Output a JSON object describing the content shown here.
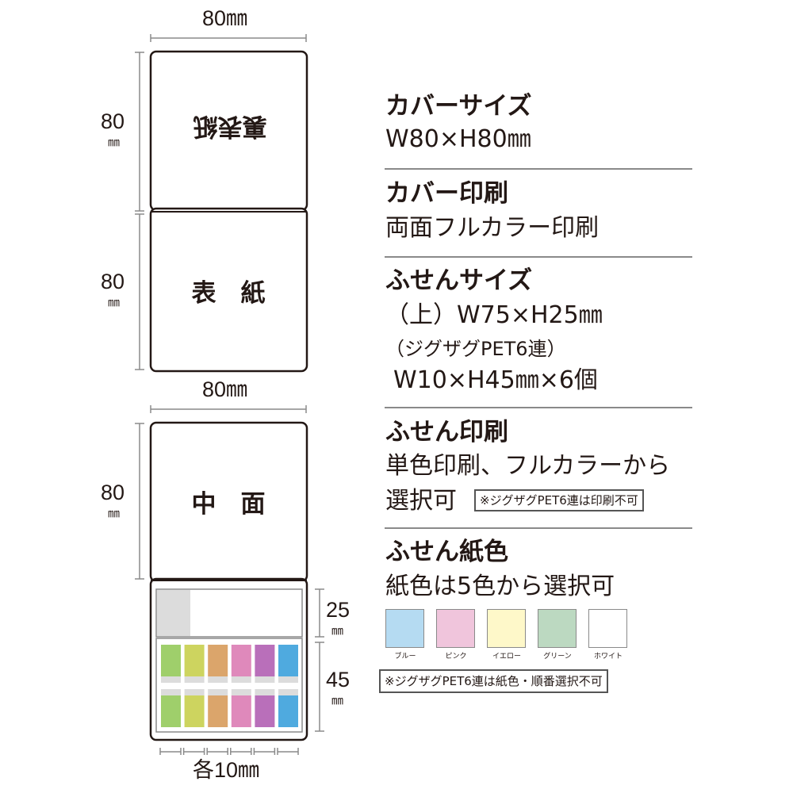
{
  "diagram": {
    "cover_back_label": "裏表紙",
    "cover_front_label": "表　紙",
    "inside_label": "中　面",
    "dims": {
      "width_top": "80㎜",
      "width_mid": "80㎜",
      "height_80a": "80",
      "height_80b": "80",
      "height_80c": "80",
      "unit_mm": "㎜",
      "sticky_top_h": "25",
      "sticky_zig_h": "45",
      "each_width": "各10㎜"
    },
    "tab_colors": [
      "#9fcf6b",
      "#cdd45f",
      "#dba56b",
      "#df89bb",
      "#b96fba",
      "#4faadf"
    ]
  },
  "specs": {
    "cover_size_title": "カバーサイズ",
    "cover_size_value": "W80×H80㎜",
    "cover_print_title": "カバー印刷",
    "cover_print_value": "両面フルカラー印刷",
    "sticky_size_title": "ふせんサイズ",
    "sticky_size_line1": "（上）W75×H25㎜",
    "sticky_size_line2": "（ジグザグPET6連）",
    "sticky_size_line3": "W10×H45㎜×6個",
    "sticky_print_title": "ふせん印刷",
    "sticky_print_line1": "単色印刷、フルカラーから",
    "sticky_print_line2": "選択可",
    "sticky_print_note": "※ジグザグPET6連は印刷不可",
    "paper_color_title": "ふせん紙色",
    "paper_color_line1": "紙色は5色から選択可",
    "paper_color_note": "※ジグザグPET6連は紙色・順番選択不可",
    "swatches": [
      {
        "label": "ブルー",
        "color": "#b5dbf2"
      },
      {
        "label": "ピンク",
        "color": "#f0c5dc"
      },
      {
        "label": "イエロー",
        "color": "#fef8c9"
      },
      {
        "label": "グリーン",
        "color": "#bcd9c1"
      },
      {
        "label": "ホワイト",
        "color": "#ffffff"
      }
    ]
  }
}
